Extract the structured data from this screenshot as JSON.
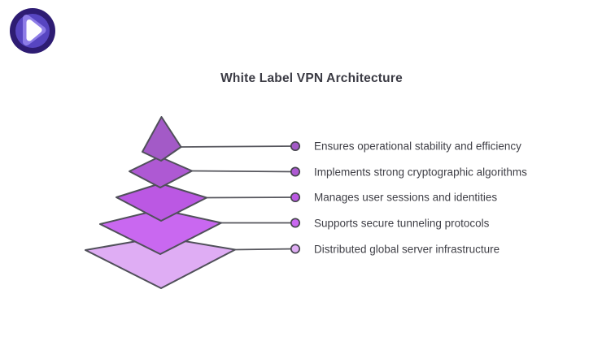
{
  "title": "White Label VPN Architecture",
  "logo": {
    "icon": "brand-logo",
    "outer_color": "#2e1c73",
    "ring_color": "#5745c1",
    "inner_color": "#8d7ce7",
    "core_color": "#fdfdff"
  },
  "diagram": {
    "type": "pyramid",
    "levels": 5,
    "stroke_color": "#50505a",
    "connector_color": "#55555c",
    "title_color": "#3b3b44",
    "text_color": "#3f3f46",
    "layers": [
      {
        "rank": 1,
        "label": "Ensures operational stability and efficiency",
        "fill": "#a35ac7"
      },
      {
        "rank": 2,
        "label": "Implements strong cryptographic algorithms",
        "fill": "#ae59d3"
      },
      {
        "rank": 3,
        "label": "Manages user sessions and identities",
        "fill": "#bb58e3"
      },
      {
        "rank": 4,
        "label": "Supports secure tunneling protocols",
        "fill": "#c968f0"
      },
      {
        "rank": 5,
        "label": "Distributed global server infrastructure",
        "fill": "#dfadf4"
      }
    ]
  }
}
